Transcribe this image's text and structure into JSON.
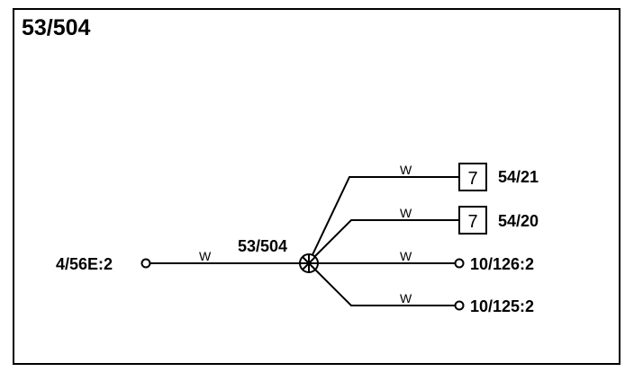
{
  "diagram": {
    "title": "53/504",
    "splice": {
      "label": "53/504"
    },
    "left_connector": {
      "label": "4/56E:2",
      "wire_color": "W"
    },
    "branches": [
      {
        "wire_color": "W",
        "box_number": "7",
        "label": "54/21"
      },
      {
        "wire_color": "W",
        "box_number": "7",
        "label": "54/20"
      },
      {
        "wire_color": "W",
        "label": "10/126:2"
      },
      {
        "wire_color": "W",
        "label": "10/125:2"
      }
    ]
  }
}
